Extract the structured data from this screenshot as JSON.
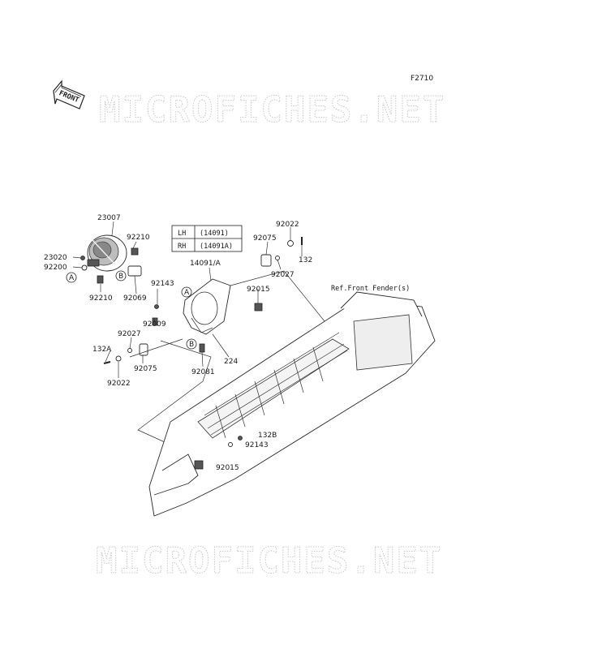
{
  "figure_id": "F2710",
  "front_label": "FRONT",
  "watermark": "MICROFICHES.NET",
  "table": [
    {
      "side": "LH",
      "part": "(14091)"
    },
    {
      "side": "RH",
      "part": "(14091A)"
    }
  ],
  "ref_label": "Ref.Front Fender(s)",
  "callouts": {
    "a": "A",
    "b": "B"
  },
  "parts": {
    "p23007": "23007",
    "p92210_top": "92210",
    "p23020": "23020",
    "p92200": "92200",
    "p92210_bottom": "92210",
    "p92069": "92069",
    "p92143_top": "92143",
    "p92009": "92009",
    "p92027_left": "92027",
    "p132a": "132A",
    "p92075_left": "92075",
    "p92022_left": "92022",
    "p92081": "92081",
    "p224": "224",
    "p14091a": "14091/A",
    "p92075_right": "92075",
    "p92022_right": "92022",
    "p92027_right": "92027",
    "p132": "132",
    "p92015_top": "92015",
    "p132b": "132B",
    "p92143_bottom": "92143",
    "p92015_bottom": "92015"
  }
}
